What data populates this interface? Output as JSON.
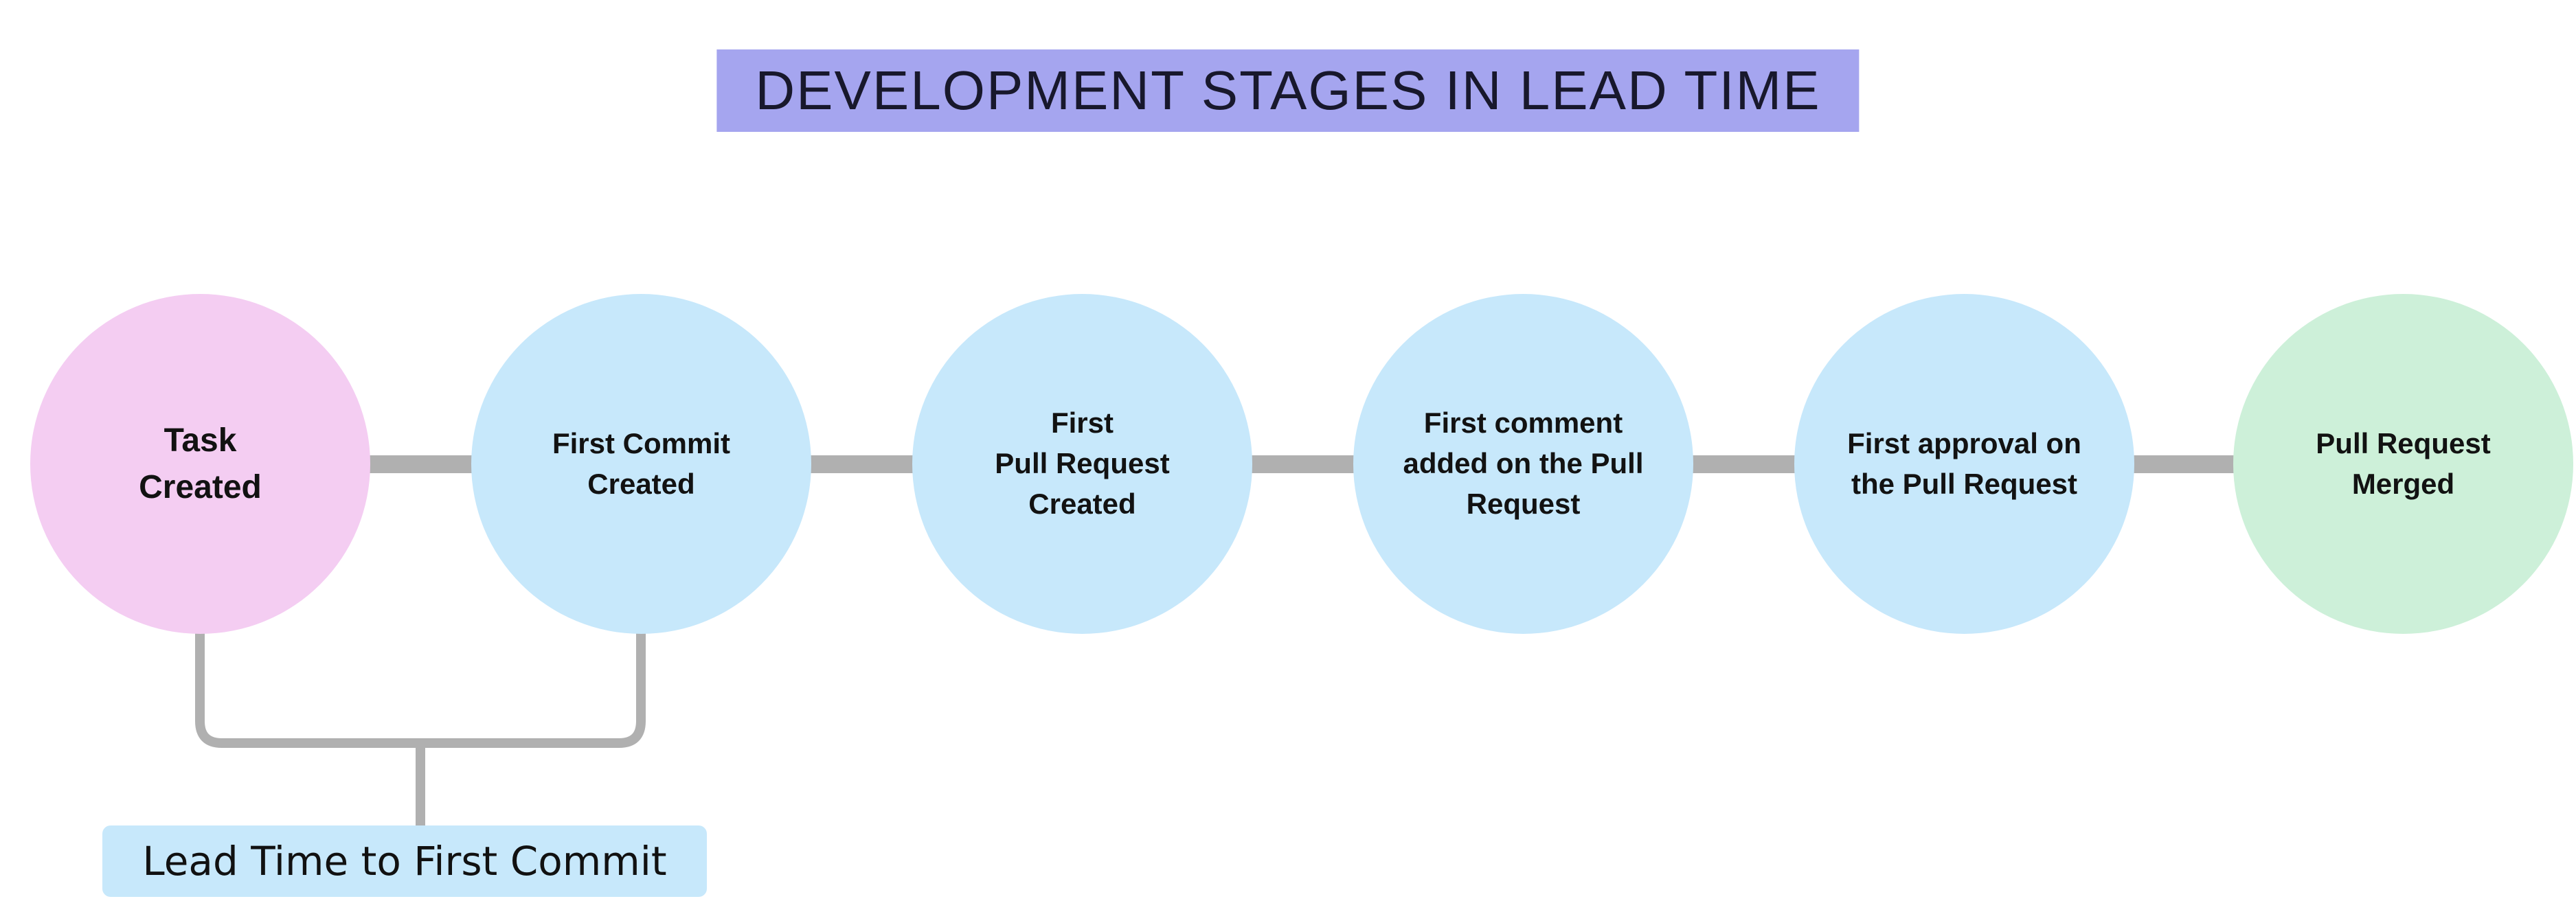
{
  "title": {
    "text": "DEVELOPMENT STAGES IN LEAD TIME",
    "background": "#a5a5ef",
    "text_color": "#18182c"
  },
  "stages": [
    {
      "id": "task-created",
      "label": "Task\nCreated",
      "color": "#f4cdf2"
    },
    {
      "id": "first-commit-created",
      "label": "First Commit\nCreated",
      "color": "#c7e8fb"
    },
    {
      "id": "first-pull-request-created",
      "label": "First\nPull Request\nCreated",
      "color": "#c7e8fb"
    },
    {
      "id": "first-comment-added",
      "label": "First comment\nadded on the Pull\nRequest",
      "color": "#c7e8fb"
    },
    {
      "id": "first-approval",
      "label": "First approval on\nthe Pull Request",
      "color": "#c7e8fb"
    },
    {
      "id": "pull-request-merged",
      "label": "Pull Request\nMerged",
      "color": "#cdf0d9"
    }
  ],
  "colors": {
    "connector": "#b0b0b0",
    "bracket": "#b0b0b0"
  },
  "annotation": {
    "label": "Lead Time to First Commit",
    "background": "#c7e8fb",
    "text_color": "#111111"
  }
}
